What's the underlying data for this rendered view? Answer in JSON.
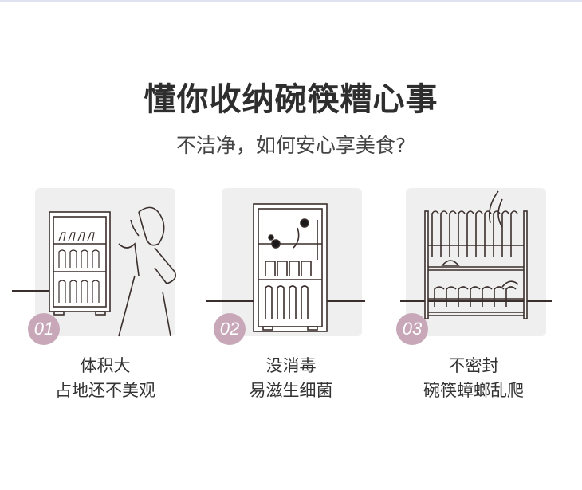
{
  "header": {
    "title": "懂你收纳碗筷糟心事",
    "subtitle": "不洁净，如何安心享美食?"
  },
  "features": [
    {
      "number": "01",
      "line1": "体积大",
      "line2": "占地还不美观",
      "icon": "large-cabinet-woman-icon"
    },
    {
      "number": "02",
      "line1": "没消毒",
      "line2": "易滋生细菌",
      "icon": "cabinet-bacteria-icon"
    },
    {
      "number": "03",
      "line1": "不密封",
      "line2": "碗筷蟑螂乱爬",
      "icon": "open-rack-cockroach-icon"
    }
  ],
  "colors": {
    "badge": "#c8a8b8",
    "panel": "#efefef",
    "line": "#3a2f2c"
  }
}
